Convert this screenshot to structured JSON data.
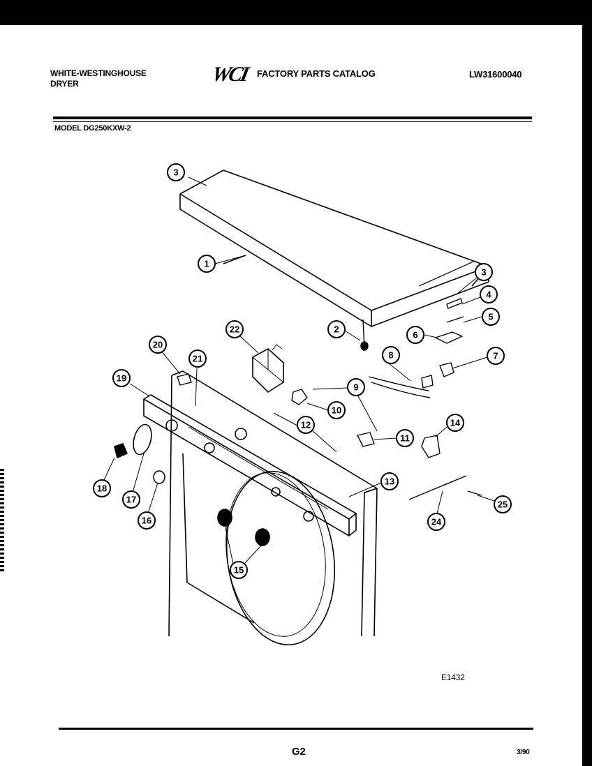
{
  "header": {
    "brand_line1": "WHITE-WESTINGHOUSE",
    "brand_line2": "DRYER",
    "logo": "WCI",
    "catalog_title": "FACTORY PARTS CATALOG",
    "document_number": "LW31600040",
    "model": "MODEL DG250KXW-2"
  },
  "diagram": {
    "drawing_code": "E1432",
    "callouts": [
      "3",
      "1",
      "3",
      "4",
      "5",
      "2",
      "6",
      "22",
      "20",
      "21",
      "8",
      "7",
      "19",
      "9",
      "10",
      "12",
      "11",
      "14",
      "18",
      "17",
      "16",
      "13",
      "24",
      "25",
      "15"
    ]
  },
  "footer": {
    "page": "G2",
    "date": "3/90"
  }
}
